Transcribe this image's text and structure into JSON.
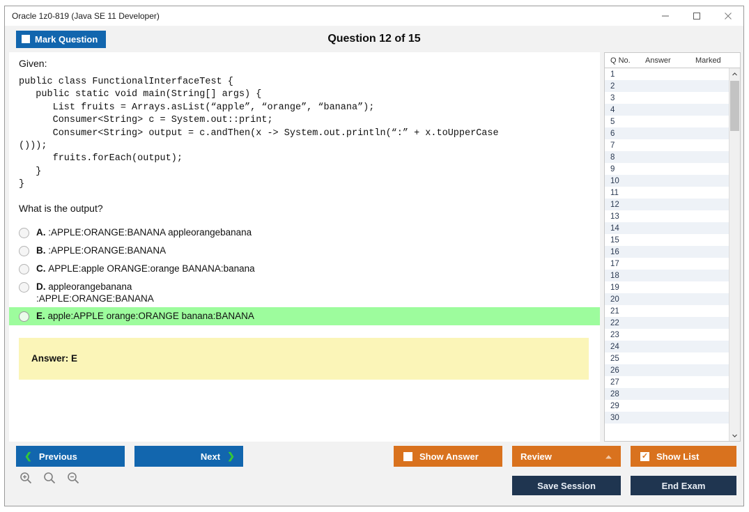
{
  "window": {
    "title": "Oracle 1z0-819 (Java SE 11 Developer)",
    "minimize_icon": "minimize-icon",
    "maximize_icon": "maximize-icon",
    "close_icon": "close-icon"
  },
  "header": {
    "mark_label": "Mark Question",
    "mark_checked": false,
    "question_title": "Question 12 of 15"
  },
  "question": {
    "given_label": "Given:",
    "code": "public class FunctionalInterfaceTest {\n   public static void main(String[] args) {\n      List fruits = Arrays.asList(“apple”, “orange”, “banana”);\n      Consumer<String> c = System.out::print;\n      Consumer<String> output = c.andThen(x -> System.out.println(“:” + x.toUpperCase\n()));\n      fruits.forEach(output);\n   }\n}",
    "prompt": "What is the output?",
    "options": [
      {
        "letter": "A.",
        "text": ":APPLE:ORANGE:BANANA appleorangebanana",
        "correct": false
      },
      {
        "letter": "B.",
        "text": ":APPLE:ORANGE:BANANA",
        "correct": false
      },
      {
        "letter": "C.",
        "text": "APPLE:apple ORANGE:orange BANANA:banana",
        "correct": false
      },
      {
        "letter": "D.",
        "text": "appleorangebanana\n:APPLE:ORANGE:BANANA",
        "correct": false
      },
      {
        "letter": "E.",
        "text": "apple:APPLE orange:ORANGE banana:BANANA",
        "correct": true
      }
    ],
    "answer_text": "Answer: E"
  },
  "list_panel": {
    "columns": [
      "Q No.",
      "Answer",
      "Marked"
    ],
    "rows": [
      {
        "q": "1",
        "answer": "",
        "marked": ""
      },
      {
        "q": "2",
        "answer": "",
        "marked": ""
      },
      {
        "q": "3",
        "answer": "",
        "marked": ""
      },
      {
        "q": "4",
        "answer": "",
        "marked": ""
      },
      {
        "q": "5",
        "answer": "",
        "marked": ""
      },
      {
        "q": "6",
        "answer": "",
        "marked": ""
      },
      {
        "q": "7",
        "answer": "",
        "marked": ""
      },
      {
        "q": "8",
        "answer": "",
        "marked": ""
      },
      {
        "q": "9",
        "answer": "",
        "marked": ""
      },
      {
        "q": "10",
        "answer": "",
        "marked": ""
      },
      {
        "q": "11",
        "answer": "",
        "marked": ""
      },
      {
        "q": "12",
        "answer": "",
        "marked": ""
      },
      {
        "q": "13",
        "answer": "",
        "marked": ""
      },
      {
        "q": "14",
        "answer": "",
        "marked": ""
      },
      {
        "q": "15",
        "answer": "",
        "marked": ""
      },
      {
        "q": "16",
        "answer": "",
        "marked": ""
      },
      {
        "q": "17",
        "answer": "",
        "marked": ""
      },
      {
        "q": "18",
        "answer": "",
        "marked": ""
      },
      {
        "q": "19",
        "answer": "",
        "marked": ""
      },
      {
        "q": "20",
        "answer": "",
        "marked": ""
      },
      {
        "q": "21",
        "answer": "",
        "marked": ""
      },
      {
        "q": "22",
        "answer": "",
        "marked": ""
      },
      {
        "q": "23",
        "answer": "",
        "marked": ""
      },
      {
        "q": "24",
        "answer": "",
        "marked": ""
      },
      {
        "q": "25",
        "answer": "",
        "marked": ""
      },
      {
        "q": "26",
        "answer": "",
        "marked": ""
      },
      {
        "q": "27",
        "answer": "",
        "marked": ""
      },
      {
        "q": "28",
        "answer": "",
        "marked": ""
      },
      {
        "q": "29",
        "answer": "",
        "marked": ""
      },
      {
        "q": "30",
        "answer": "",
        "marked": ""
      }
    ]
  },
  "footer": {
    "previous_label": "Previous",
    "next_label": "Next",
    "show_answer_label": "Show Answer",
    "show_answer_checked": false,
    "review_label": "Review",
    "show_list_label": "Show List",
    "show_list_checked": true,
    "save_session_label": "Save Session",
    "end_exam_label": "End Exam",
    "zoom_in_icon": "zoom-in-icon",
    "zoom_reset_icon": "zoom-reset-icon",
    "zoom_out_icon": "zoom-out-icon"
  },
  "colors": {
    "blue": "#1266ae",
    "orange": "#d9721e",
    "navy": "#1f3550",
    "correct_green": "#9dfc9d",
    "answer_yellow": "#fbf5b8",
    "chevron_green": "#35c837"
  }
}
